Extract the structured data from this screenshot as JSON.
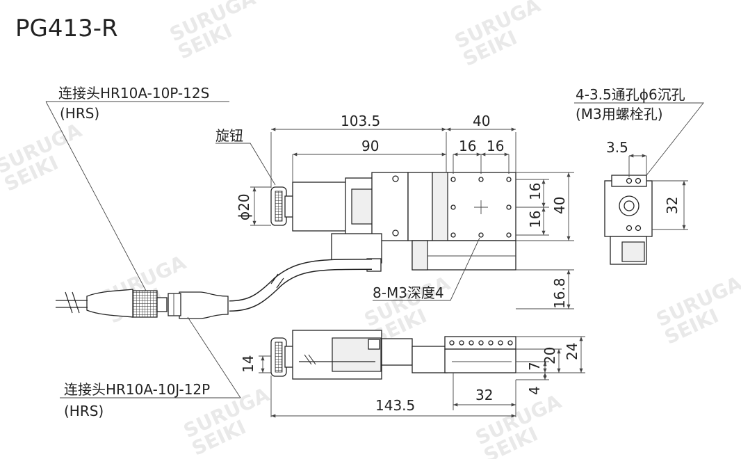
{
  "title": "PG413-R",
  "watermark": {
    "line1": "SURUGA",
    "line2": "SEIKI"
  },
  "callouts": {
    "connector_top": {
      "name": "连接头HR10A-10P-12S",
      "maker": "(HRS)"
    },
    "connector_bottom": {
      "name": "连接头HR10A-10J-12P",
      "maker": "(HRS)"
    },
    "knob": "旋钮",
    "tapped_holes": "8-M3深度4",
    "through_holes": {
      "spec": "4-3.5通孔ϕ6沉孔",
      "note": "(M3用螺栓孔)"
    }
  },
  "dimensions": {
    "top_total": "103.5",
    "top_right": "40",
    "top_inner": "90",
    "pitch_a": "16",
    "pitch_b": "16",
    "knob_dia": "ϕ20",
    "side_16a": "16",
    "side_16b": "16",
    "height_40": "40",
    "offset_16_8": "16.8",
    "end_3_5": "3.5",
    "end_32": "32",
    "front_14": "14",
    "front_20": "20",
    "front_24": "24",
    "front_7": "7",
    "front_4": "4",
    "front_32": "32",
    "front_143_5": "143.5"
  }
}
